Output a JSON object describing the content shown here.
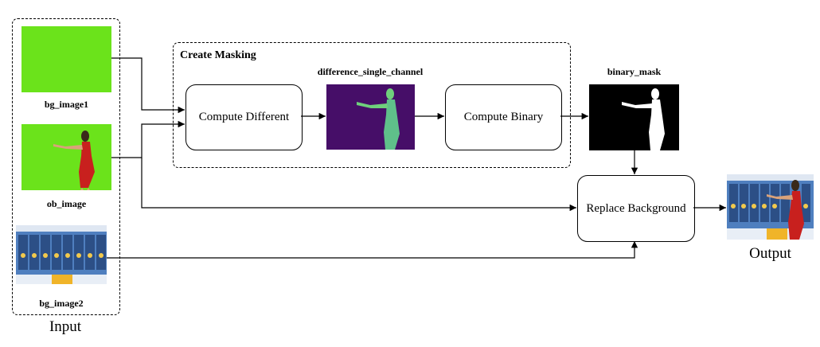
{
  "input_group": {
    "label": "Input"
  },
  "output": {
    "label": "Output"
  },
  "images": {
    "bg_image1": "bg_image1",
    "ob_image": "ob_image",
    "bg_image2": "bg_image2",
    "difference": "difference_single_channel",
    "binary_mask": "binary_mask"
  },
  "masking_group": {
    "title": "Create Masking"
  },
  "nodes": {
    "compute_different": "Compute Different",
    "compute_binary": "Compute Binary",
    "replace_background": "Replace Background"
  },
  "colors": {
    "green_screen": "#6be31b",
    "difference_bg": "#460e68",
    "difference_fg": "#5fc08a",
    "mask_bg": "#000000",
    "mask_fg": "#ffffff",
    "weather_bg": "#3a6aa8",
    "dress": "#c8201e"
  }
}
